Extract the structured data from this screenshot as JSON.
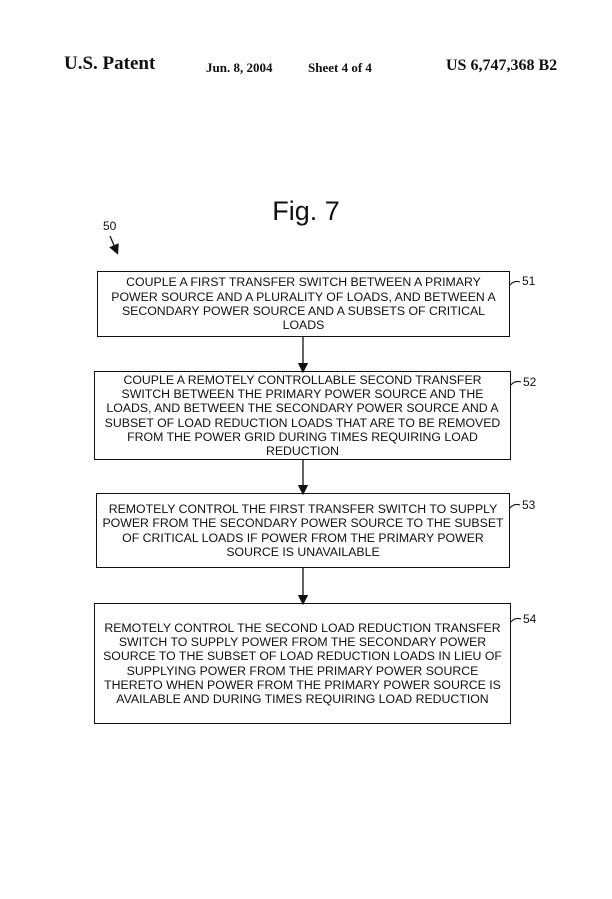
{
  "header": {
    "left": "U.S. Patent",
    "date": "Jun. 8, 2004",
    "sheet": "Sheet 4 of 4",
    "patent_number": "US 6,747,368 B2"
  },
  "figure": {
    "title": "Fig. 7",
    "process_number": "50"
  },
  "steps": [
    {
      "ref": "51",
      "text": "COUPLE A FIRST TRANSFER SWITCH BETWEEN A PRIMARY POWER SOURCE AND A PLURALITY OF LOADS, AND BETWEEN A SECONDARY POWER SOURCE AND A SUBSETS OF CRITICAL LOADS"
    },
    {
      "ref": "52",
      "text": "COUPLE A REMOTELY CONTROLLABLE SECOND TRANSFER SWITCH BETWEEN THE PRIMARY POWER SOURCE AND THE LOADS, AND BETWEEN THE SECONDARY POWER SOURCE AND A SUBSET OF LOAD REDUCTION LOADS THAT ARE TO BE REMOVED FROM THE POWER GRID DURING TIMES REQUIRING LOAD REDUCTION"
    },
    {
      "ref": "53",
      "text": "REMOTELY CONTROL THE FIRST TRANSFER SWITCH TO SUPPLY POWER FROM THE SECONDARY POWER SOURCE TO THE SUBSET OF CRITICAL LOADS IF POWER FROM THE PRIMARY POWER SOURCE IS UNAVAILABLE"
    },
    {
      "ref": "54",
      "text": "REMOTELY CONTROL THE SECOND LOAD REDUCTION TRANSFER SWITCH TO SUPPLY POWER FROM THE SECONDARY POWER SOURCE TO THE SUBSET OF LOAD REDUCTION LOADS IN LIEU OF SUPPLYING POWER FROM THE PRIMARY POWER SOURCE THERETO WHEN POWER FROM THE PRIMARY POWER SOURCE IS AVAILABLE AND DURING TIMES REQUIRING LOAD REDUCTION"
    }
  ]
}
